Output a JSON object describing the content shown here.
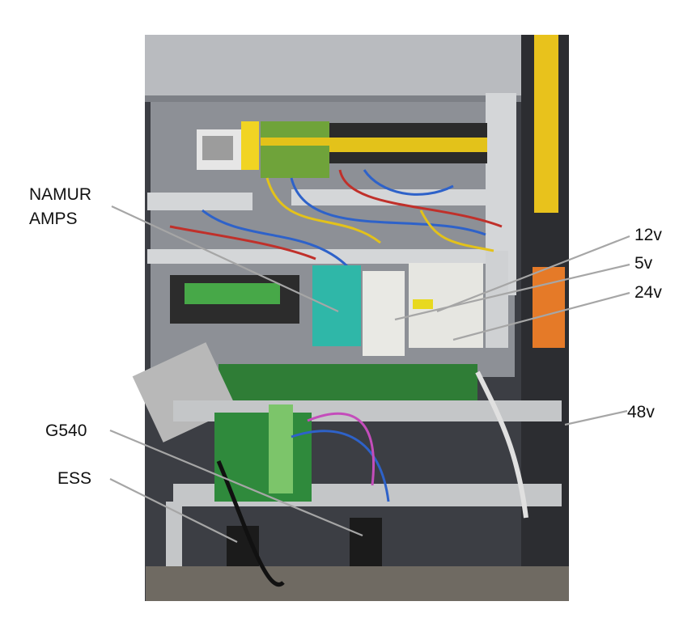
{
  "labels": {
    "namur_amps": "NAMUR\nAMPS",
    "v12": "12v",
    "v5": "5v",
    "v24": "24v",
    "v48": "48v",
    "g540": "G540",
    "ess": "ESS"
  },
  "colors": {
    "background": "#ffffff",
    "label_text": "#111111",
    "callout_line": "#a6a6a6",
    "cabinet_panel": "#8d9096",
    "din_rail": "#c4c6c8",
    "terminal_green": "#6fa33a",
    "terminal_yellow": "#e3c21a",
    "amp_teal": "#2fb7a8",
    "psu_white": "#e9e9e4",
    "pcb_green": "#2f8a3c"
  },
  "photo": {
    "subject": "electrical control cabinet interior",
    "components": [
      "relay",
      "terminal block strip",
      "NAMUR amplifiers",
      "power supplies",
      "breakout board",
      "ribbon cables",
      "wiring ducts"
    ]
  }
}
